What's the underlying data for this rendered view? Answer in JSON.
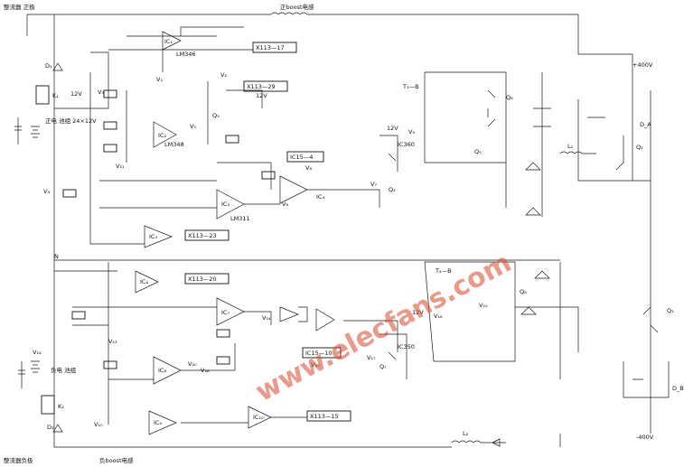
{
  "top_labels": {
    "rectifier_top": "整流器\n正极",
    "boost_top": "正boost电感"
  },
  "bottom_labels": {
    "rectifier_bottom": "整流器负极",
    "boost_bottom": "负boost电感"
  },
  "battery_pos": "正电\n池组\n24×12V",
  "battery_neg": "负电\n池组",
  "chip_labels": [
    "IC₁",
    "LM346",
    "IC₂",
    "LM348",
    "IC₃",
    "LM311",
    "IC₄",
    "IC₅",
    "IC₆",
    "IC₇",
    "IC₈",
    "IC₉",
    "IC₁₀",
    "IC360",
    "IC350"
  ],
  "connectors": [
    "X113—17",
    "X113—29",
    "X113—23",
    "X113—20",
    "X113—15",
    "IC15—4",
    "IC15—10"
  ],
  "voltages": {
    "pos": "+400V",
    "neg": "-400V",
    "v12": "12V"
  },
  "transistor_labels": [
    "Q₁",
    "Q₂",
    "Q₃",
    "Q₄",
    "Q₅",
    "Q₆",
    "Q₇",
    "Q₈"
  ],
  "misc_labels": [
    "V₁",
    "V₂",
    "V₃",
    "V₄",
    "V₅",
    "V₆",
    "V₇",
    "V₈",
    "V₉",
    "V₁₀",
    "V₁₁",
    "V₁₂",
    "V₁₃",
    "V₁₄",
    "V₁₅",
    "V₁₆",
    "V₁₇",
    "V₁₈",
    "V₁₉",
    "V₂₀",
    "D₁",
    "D₂",
    "D_A",
    "D_B",
    "L₁",
    "L₂",
    "K₁",
    "K₂",
    "T₃—B",
    "T₄—B",
    "N"
  ],
  "watermark": "www.elecfans.com"
}
